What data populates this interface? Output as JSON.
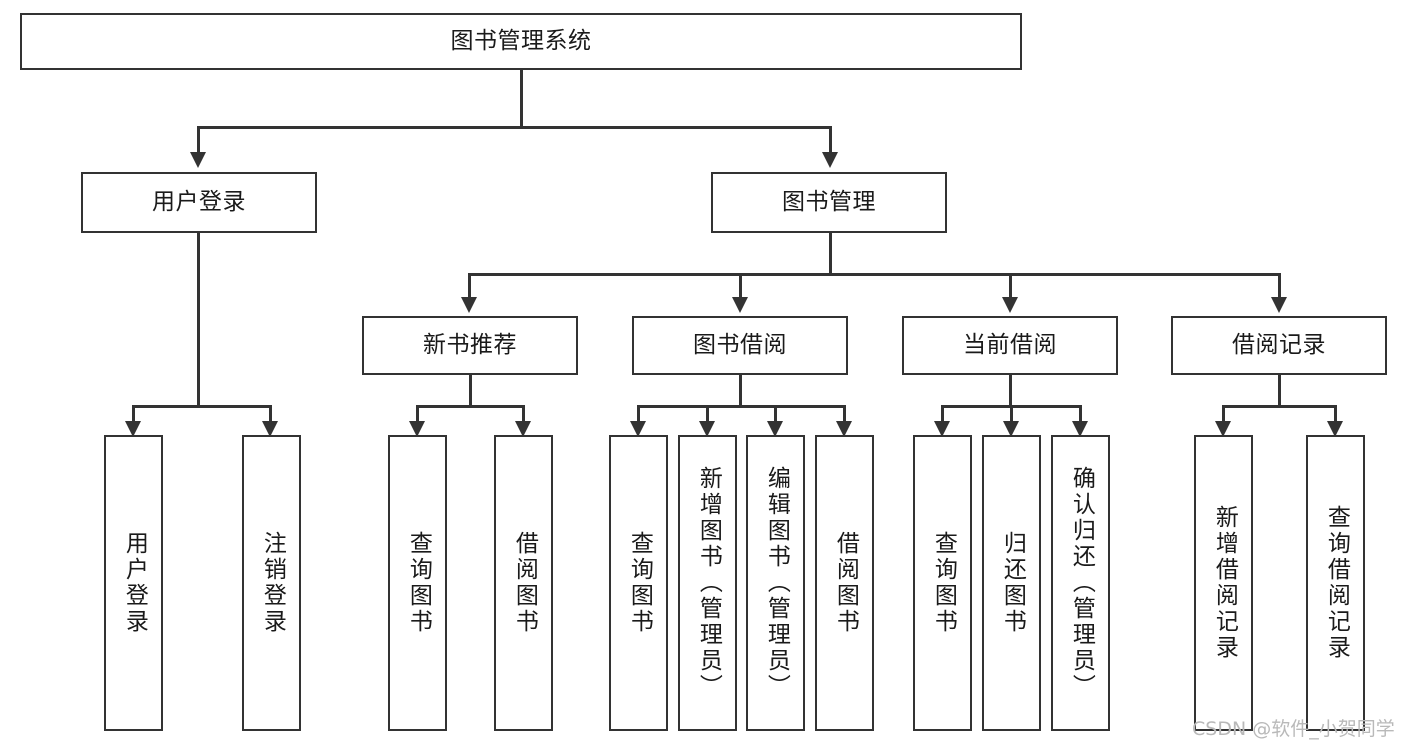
{
  "diagram": {
    "type": "tree",
    "title": "图书管理系统",
    "orientation": "top-down",
    "colors": {
      "stroke": "#333333",
      "fill": "#ffffff",
      "text": "#1a1a1a",
      "watermark": "#b9b9b9"
    },
    "root": {
      "id": "root",
      "label": "图书管理系统",
      "text_direction": "horizontal"
    },
    "level2": [
      {
        "id": "user-login",
        "label": "用户登录",
        "text_direction": "horizontal"
      },
      {
        "id": "book-manage",
        "label": "图书管理",
        "text_direction": "horizontal"
      }
    ],
    "level3": [
      {
        "id": "new-book-recommend",
        "label": "新书推荐",
        "parent": "book-manage",
        "text_direction": "horizontal"
      },
      {
        "id": "book-borrow",
        "label": "图书借阅",
        "parent": "book-manage",
        "text_direction": "horizontal"
      },
      {
        "id": "current-borrow",
        "label": "当前借阅",
        "parent": "book-manage",
        "text_direction": "horizontal"
      },
      {
        "id": "borrow-record",
        "label": "借阅记录",
        "parent": "book-manage",
        "text_direction": "horizontal"
      }
    ],
    "leaves": {
      "user_login": [
        {
          "id": "leaf-user-login",
          "label": "用户登录",
          "text_direction": "vertical"
        },
        {
          "id": "leaf-logout",
          "label": "注销登录",
          "text_direction": "vertical"
        }
      ],
      "new_book_recommend": [
        {
          "id": "leaf-query-book-1",
          "label": "查询图书",
          "text_direction": "vertical"
        },
        {
          "id": "leaf-borrow-book-1",
          "label": "借阅图书",
          "text_direction": "vertical"
        }
      ],
      "book_borrow": [
        {
          "id": "leaf-query-book-2",
          "label": "查询图书",
          "text_direction": "vertical"
        },
        {
          "id": "leaf-add-book",
          "label": "新增图书（管理员）",
          "text_direction": "vertical"
        },
        {
          "id": "leaf-edit-book",
          "label": "编辑图书（管理员）",
          "text_direction": "vertical"
        },
        {
          "id": "leaf-borrow-book-2",
          "label": "借阅图书",
          "text_direction": "vertical"
        }
      ],
      "current_borrow": [
        {
          "id": "leaf-query-book-3",
          "label": "查询图书",
          "text_direction": "vertical"
        },
        {
          "id": "leaf-return-book",
          "label": "归还图书",
          "text_direction": "vertical"
        },
        {
          "id": "leaf-confirm-return",
          "label": "确认归还（管理员）",
          "text_direction": "vertical"
        }
      ],
      "borrow_record": [
        {
          "id": "leaf-add-record",
          "label": "新增借阅记录",
          "text_direction": "vertical"
        },
        {
          "id": "leaf-query-record",
          "label": "查询借阅记录",
          "text_direction": "vertical"
        }
      ]
    }
  },
  "watermark": {
    "text": "CSDN @软件_小贺同学"
  }
}
